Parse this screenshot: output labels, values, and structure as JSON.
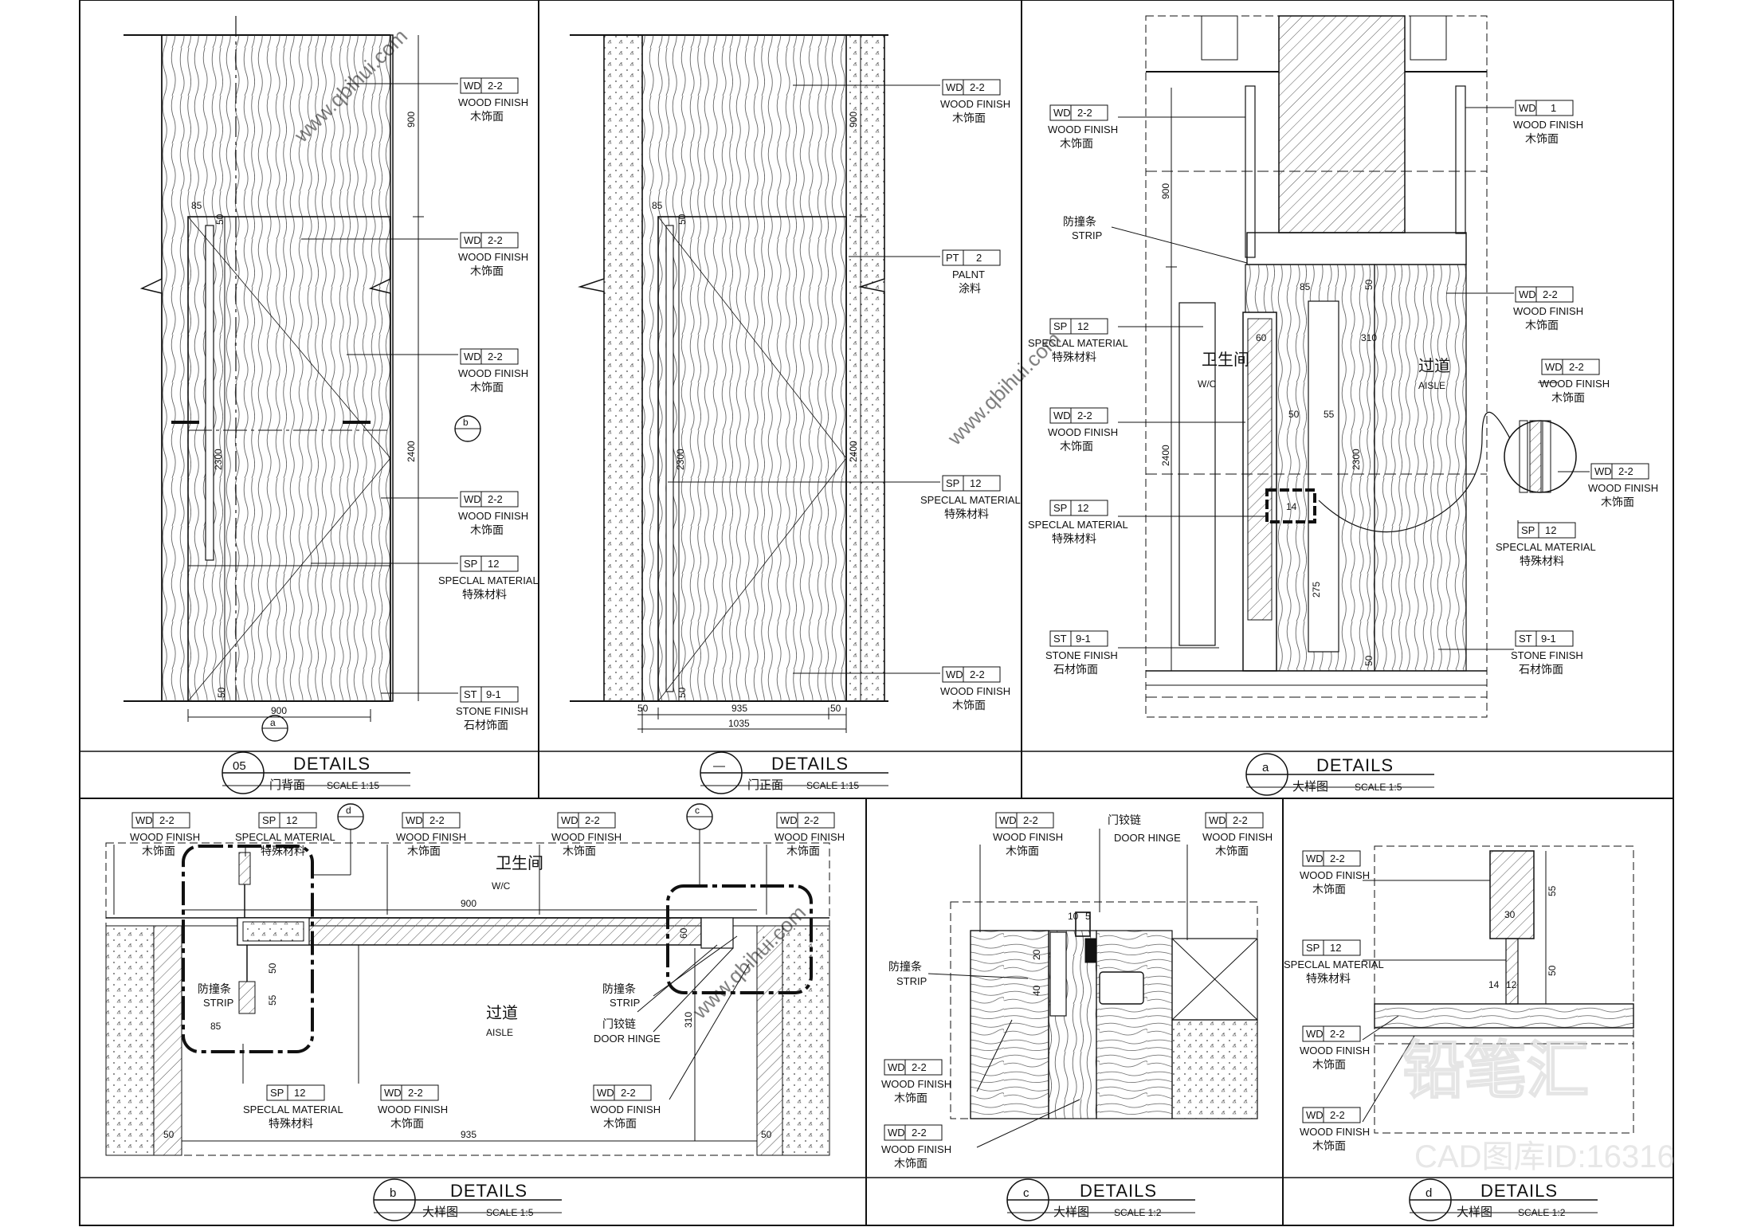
{
  "panels": {
    "p05": {
      "badge": "05",
      "title": "DETAILS",
      "subtitle": "门背面",
      "scale": "SCALE  1:15"
    },
    "pdash": {
      "badge": "—",
      "title": "DETAILS",
      "subtitle": "门正面",
      "scale": "SCALE  1:15"
    },
    "pa": {
      "badge": "a",
      "title": "DETAILS",
      "subtitle": "大样图",
      "scale": "SCALE  1:5"
    },
    "pb": {
      "badge": "b",
      "title": "DETAILS",
      "subtitle": "大样图",
      "scale": "SCALE  1:5"
    },
    "pc": {
      "badge": "c",
      "title": "DETAILS",
      "subtitle": "大样图",
      "scale": "SCALE  1:2"
    },
    "pd": {
      "badge": "d",
      "title": "DETAILS",
      "subtitle": "大样图",
      "scale": "SCALE  1:2"
    }
  },
  "tags": {
    "wd22": {
      "code": "WD",
      "num": "2-2",
      "en": "WOOD FINISH",
      "cn": "木饰面"
    },
    "wd1": {
      "code": "WD",
      "num": "1",
      "en": "WOOD FINISH",
      "cn": "木饰面"
    },
    "sp12": {
      "code": "SP",
      "num": "12",
      "en": "SPECLAL MATERIAL",
      "cn": "特殊材料"
    },
    "st91": {
      "code": "ST",
      "num": "9-1",
      "en": "STONE FINISH",
      "cn": "石材饰面"
    },
    "pt2": {
      "code": "PT",
      "num": "2",
      "en": "PALNT",
      "cn": "涂料"
    }
  },
  "labels": {
    "strip_cn": "防撞条",
    "strip_en": "STRIP",
    "hinge_cn": "门铰链",
    "hinge_en": "DOOR HINGE",
    "wc_cn": "卫生间",
    "wc_en": "W/C",
    "aisle_cn": "过道",
    "aisle_en": "AISLE"
  },
  "markers": {
    "a": "a",
    "b": "b",
    "c": "c",
    "d": "d"
  },
  "dims": {
    "d900": "900",
    "d2300": "2300",
    "d2400": "2400",
    "d85": "85",
    "d50": "50",
    "d935": "935",
    "d1035": "1035",
    "d60": "60",
    "d310": "310",
    "d55": "55",
    "d275": "275",
    "d14": "14",
    "d20": "20",
    "d40": "40",
    "d30": "30",
    "d12": "12",
    "d10": "10",
    "d5": "5"
  },
  "watermark": {
    "brand": "铅笔汇",
    "id": "CAD图库ID:16316",
    "site": "www.qbihui.com"
  }
}
